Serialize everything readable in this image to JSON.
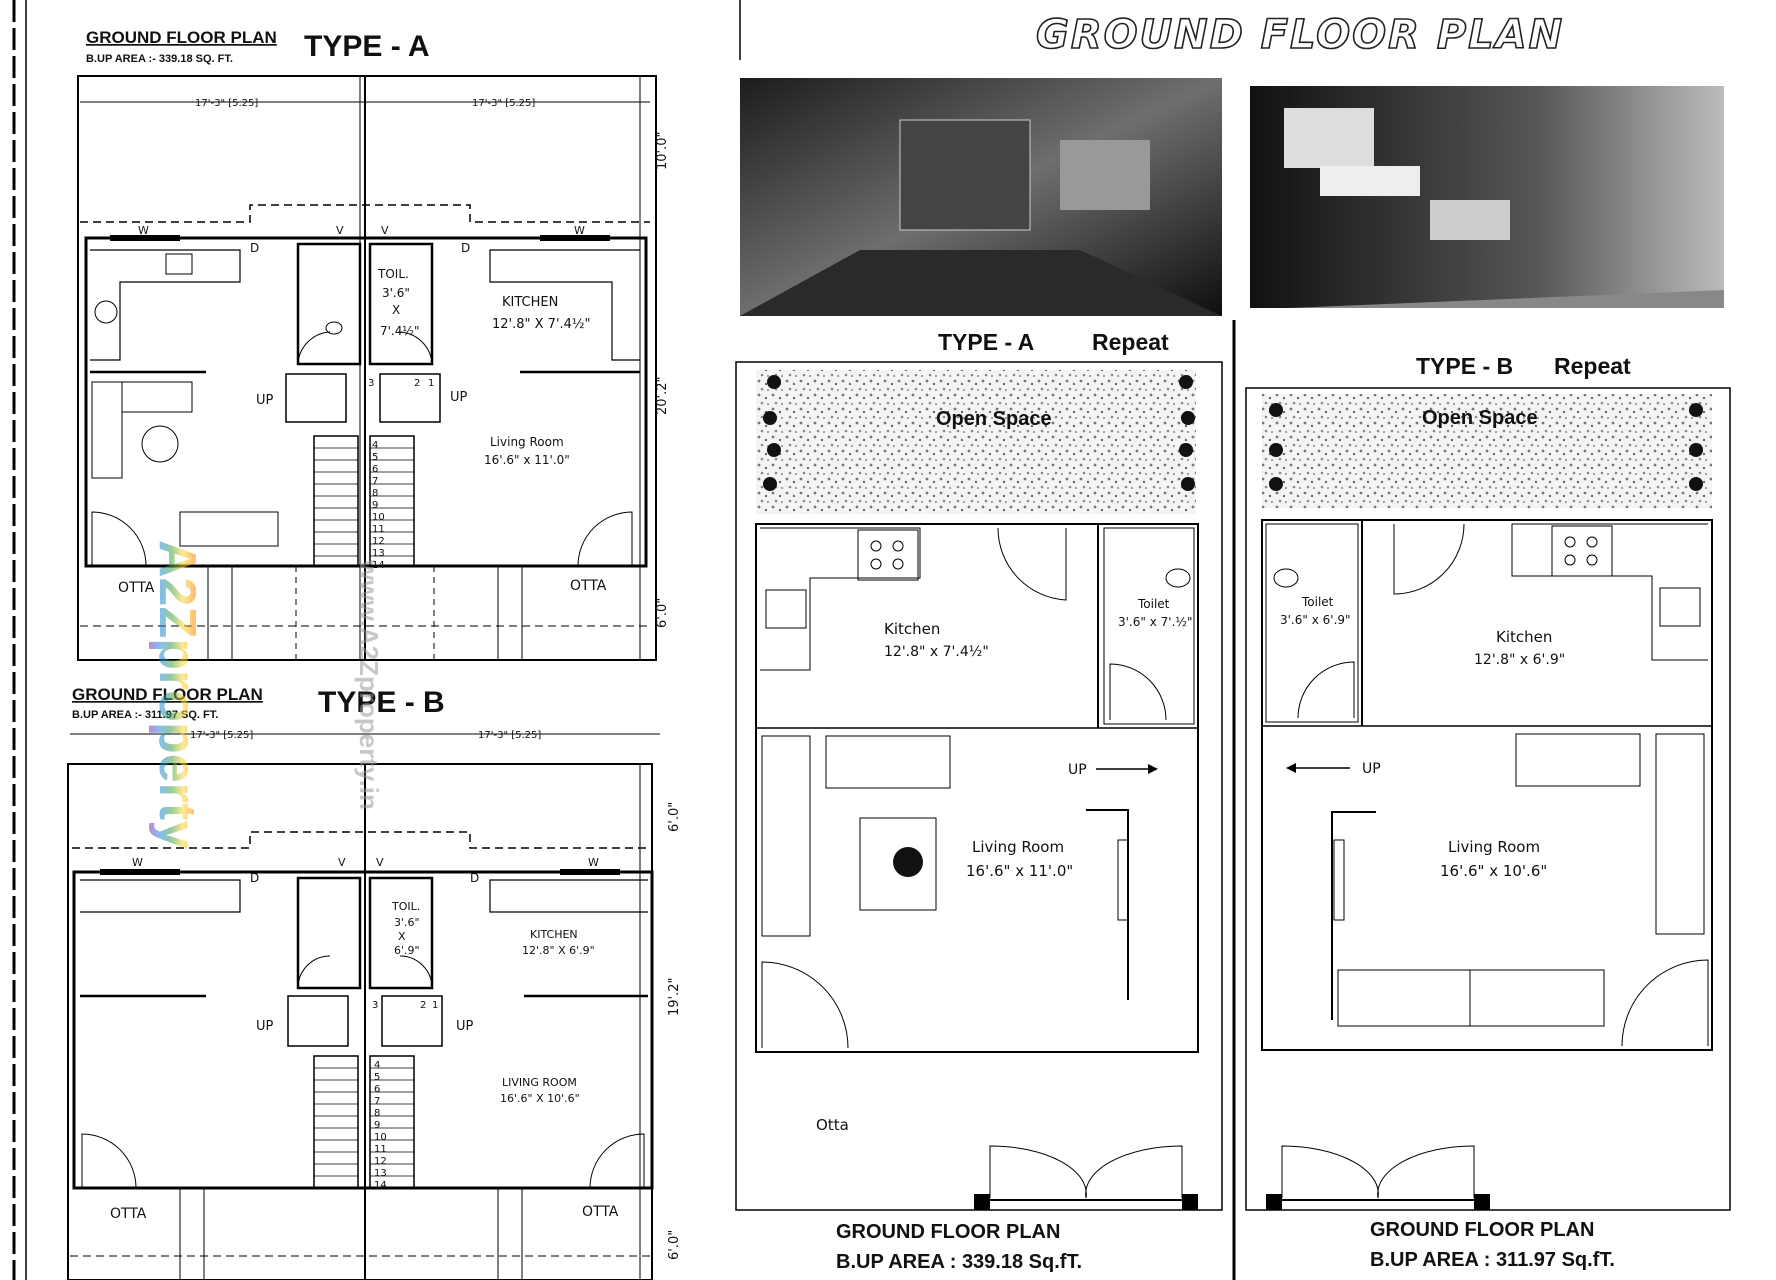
{
  "left_sheet": {
    "type_a": {
      "heading": "GROUND FLOOR PLAN",
      "area": "B.UP AREA :- 339.18 SQ. FT.",
      "type_label": "TYPE - A",
      "dim_width_1": "17'-3\" [5.25]",
      "dim_width_2": "17'-3\" [5.25]",
      "dim_side_1": "10'.0\"",
      "dim_side_2": "20'.2\"",
      "dim_side_3": "6'.0\"",
      "toilet": [
        "TOIL.",
        "3'.6\"",
        "X",
        "7'.4½\""
      ],
      "kitchen": "KITCHEN",
      "kitchen_size": "12'.8\" X 7'.4½\"",
      "living": "Living Room",
      "living_size": "16'.6\" x 11'.0\"",
      "up_left": "UP",
      "up_right": "UP",
      "otta_left": "OTTA",
      "otta_right": "OTTA",
      "window_mark": "W",
      "door_mark": "D",
      "vent_mark": "V",
      "stair_numbers": [
        "3",
        "4",
        "5",
        "6",
        "7",
        "8",
        "9",
        "10",
        "11",
        "12",
        "13",
        "14"
      ],
      "stair_top": [
        "2",
        "1"
      ]
    },
    "type_b": {
      "heading": "GROUND FLOOR PLAN",
      "area": "B.UP AREA :- 311.97 SQ. FT.",
      "type_label": "TYPE - B",
      "dim_width_1": "17'-3\" [5.25]",
      "dim_width_2": "17'-3\" [5.25]",
      "dim_side_1": "6'.0\"",
      "dim_side_2": "19'.2\"",
      "dim_side_3": "6'.0\"",
      "toilet": [
        "TOIL.",
        "3'.6\"",
        "X",
        "6'.9\""
      ],
      "kitchen": "KITCHEN",
      "kitchen_size": "12'.8\" X 6'.9\"",
      "living": "LIVING ROOM",
      "living_size": "16'.6\" X 10'.6\"",
      "up_left": "UP",
      "up_right": "UP",
      "otta_left": "OTTA",
      "otta_right": "OTTA",
      "window_mark": "W",
      "door_mark": "D",
      "vent_mark": "V",
      "stair_numbers": [
        "3",
        "4",
        "5",
        "6",
        "7",
        "8",
        "9",
        "10",
        "11",
        "12",
        "13",
        "14"
      ],
      "stair_top": [
        "2",
        "1"
      ]
    }
  },
  "right_sheet": {
    "title": "GROUND FLOOR PLAN",
    "type_a": {
      "label": "TYPE - A",
      "repeat": "Repeat",
      "open_space": "Open Space",
      "kitchen": "Kitchen",
      "kitchen_size": "12'.8\" x 7'.4½\"",
      "toilet": "Toilet",
      "toilet_size": "3'.6\" x 7'.½\"",
      "up": "UP",
      "living": "Living Room",
      "living_size": "16'.6\" x 11'.0\"",
      "otta": "Otta",
      "footer_title": "GROUND FLOOR PLAN",
      "footer_area": "B.UP AREA : 339.18 Sq.fT."
    },
    "type_b": {
      "label": "TYPE - B",
      "repeat": "Repeat",
      "open_space": "Open Space",
      "kitchen": "Kitchen",
      "kitchen_size": "12'.8\" x 6'.9\"",
      "toilet": "Toilet",
      "toilet_size": "3'.6\" x 6'.9\"",
      "up": "UP",
      "living": "Living Room",
      "living_size": "16'.6\" x 10'.6\"",
      "footer_title": "GROUND FLOOR PLAN",
      "footer_area": "B.UP AREA : 311.97 Sq.fT."
    }
  },
  "watermark": {
    "brand": "A2Zproperty",
    "url": "www.A2Zproperty.in",
    "colors": [
      "#e53935",
      "#fb8c00",
      "#fdd835",
      "#43a047",
      "#1e88e5",
      "#8e24aa"
    ]
  }
}
